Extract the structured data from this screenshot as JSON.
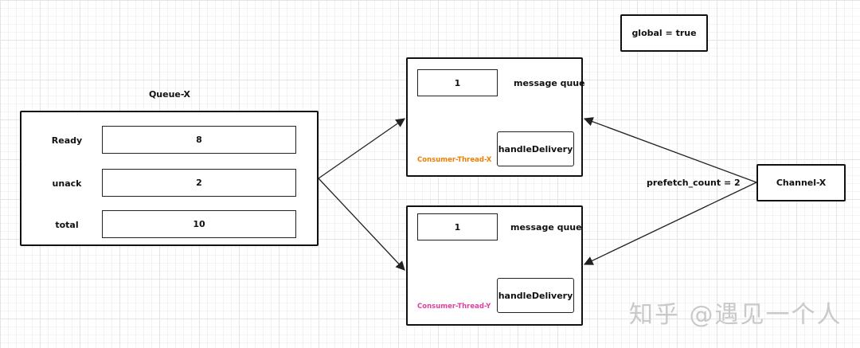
{
  "queue": {
    "title": "Queue-X",
    "rows": [
      {
        "label": "Ready",
        "value": "8"
      },
      {
        "label": "unack",
        "value": "2"
      },
      {
        "label": "total",
        "value": "10"
      }
    ]
  },
  "consumers": [
    {
      "name": "Consumer-Thread-X",
      "buffer_value": "1",
      "buffer_label": "message quue",
      "handler": "handleDelivery",
      "color": "#f07f00"
    },
    {
      "name": "Consumer-Thread-Y",
      "buffer_value": "1",
      "buffer_label": "message quue",
      "handler": "handleDelivery",
      "color": "#e040a0"
    }
  ],
  "channel": {
    "label": "Channel-X"
  },
  "prefetch_label": "prefetch_count = 2",
  "global_label": "global = true",
  "watermark": "知乎 @遇见一个人"
}
